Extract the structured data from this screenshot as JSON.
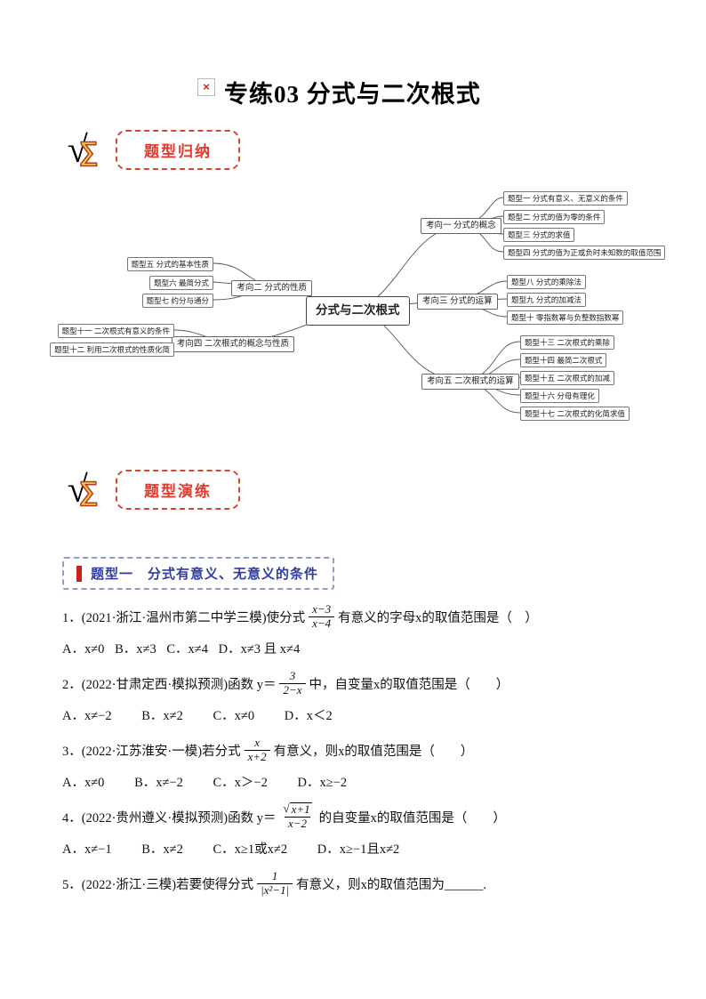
{
  "page": {
    "title": "专练03 分式与二次根式",
    "broken_image_glyph": "×"
  },
  "symbols": {
    "radical": "√",
    "logo_root": "√",
    "logo_sigma": "∑"
  },
  "badges": {
    "summary": "题型归纳",
    "practice": "题型演练"
  },
  "mindmap": {
    "center": "分式与二次根式",
    "kaoxiang": [
      "考向一  分式的概念",
      "考向二  分式的性质",
      "考向三  分式的运算",
      "考向四  二次根式的概念与性质",
      "考向五  二次根式的运算"
    ],
    "leaves": [
      "题型一  分式有意义、无意义的条件",
      "题型二  分式的值为零的条件",
      "题型三  分式的求值",
      "题型四  分式的值为正或负时未知数的取值范围",
      "题型五  分式的基本性质",
      "题型六  最简分式",
      "题型七  约分与通分",
      "题型八  分式的乘除法",
      "题型九  分式的加减法",
      "题型十  零指数幂与负整数指数幂",
      "题型十一  二次根式有意义的条件",
      "题型十二  利用二次根式的性质化简",
      "题型十三  二次根式的乘除",
      "题型十四  最简二次根式",
      "题型十五  二次根式的加减",
      "题型十六  分母有理化",
      "题型十七  二次根式的化简求值"
    ]
  },
  "section": {
    "heading": "题型一　分式有意义、无意义的条件"
  },
  "problems": [
    {
      "prefix": "1．(2021·浙江·温州市第二中学三模)使分式",
      "num": "x−3",
      "den": "x−4",
      "suffix": "有意义的字母x的取值范围是（　）",
      "options": [
        "A．x≠0",
        "B．x≠3",
        "C．x≠4",
        "D．x≠3 且 x≠4"
      ]
    },
    {
      "prefix": "2．(2022·甘肃定西·模拟预测)函数 y＝",
      "num": "3",
      "den": "2−x",
      "suffix": "中，自变量x的取值范围是（　　）",
      "options": [
        "A．x≠−2",
        "B．x≠2",
        "C．x≠0",
        "D．x＜2"
      ]
    },
    {
      "prefix": "3．(2022·江苏淮安·一模)若分式",
      "num": "x",
      "den": "x+2",
      "suffix": "有意义，则x的取值范围是（　　）",
      "options": [
        "A．x≠0",
        "B．x≠−2",
        "C．x＞−2",
        "D．x≥−2"
      ]
    },
    {
      "prefix": "4．(2022·贵州遵义·模拟预测)函数 y＝",
      "sqrt_num": "x+1",
      "den": "x−2",
      "suffix": "的自变量x的取值范围是（　　）",
      "options": [
        "A．x≠−1",
        "B．x≠2",
        "C．x≥1或x≠2",
        "D．x≥−1且x≠2"
      ]
    },
    {
      "prefix": "5．(2022·浙江·三模)若要使得分式",
      "num": "1",
      "den": "|x²−1|",
      "suffix": "有意义，则x的取值范围为______."
    }
  ]
}
